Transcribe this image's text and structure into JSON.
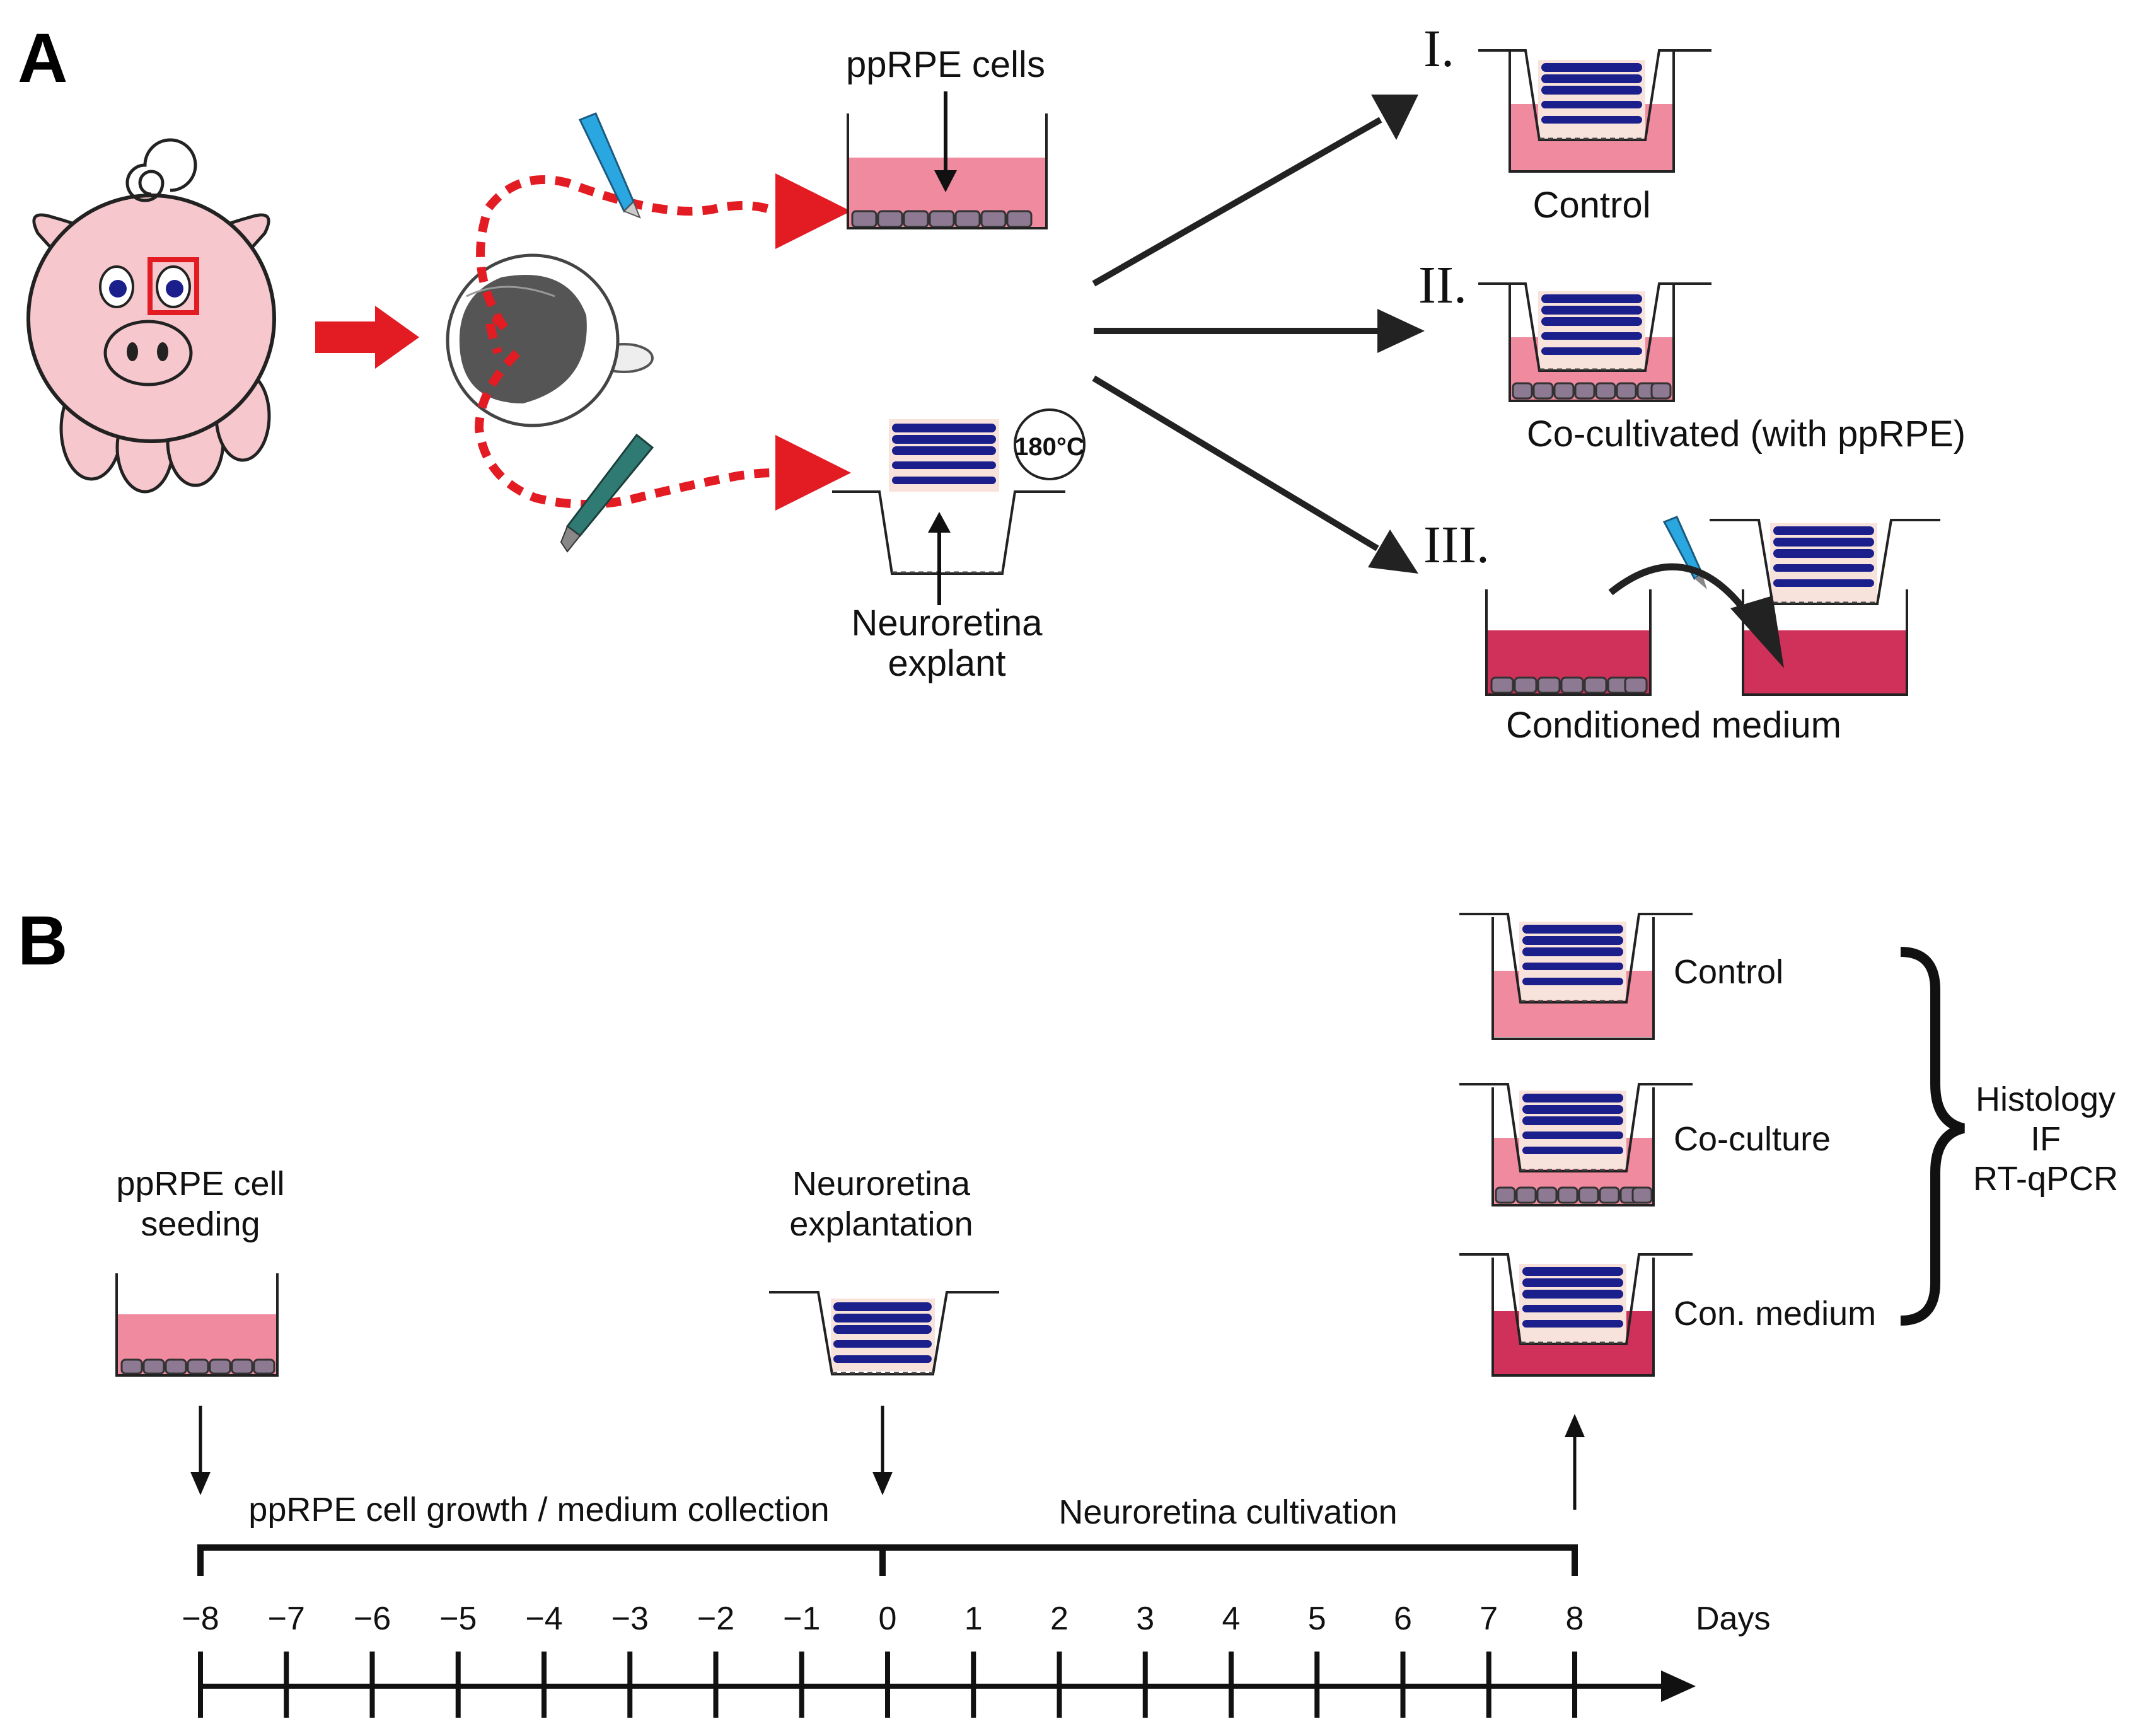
{
  "panels": {
    "a": "A",
    "b": "B"
  },
  "panel_a": {
    "pprpe_cells": "ppRPE cells",
    "rotation": "180°C",
    "neuroretina_line1": "Neuroretina",
    "neuroretina_line2": "explant",
    "conditions": [
      {
        "numeral": "I.",
        "label": "Control"
      },
      {
        "numeral": "II.",
        "label": "Co-cultivated (with ppRPE)"
      },
      {
        "numeral": "III.",
        "label": "Conditioned medium"
      }
    ]
  },
  "panel_b": {
    "seeding_line1": "ppRPE cell",
    "seeding_line2": "seeding",
    "explantation_line1": "Neuroretina",
    "explantation_line2": "explantation",
    "conditions": [
      "Control",
      "Co-culture",
      "Con. medium"
    ],
    "analyses": [
      "Histology",
      "IF",
      "RT-qPCR"
    ],
    "phase1": "ppRPE cell growth / medium collection",
    "phase2": "Neuroretina cultivation",
    "days_label": "Days",
    "days": [
      "−8",
      "−7",
      "−6",
      "−5",
      "−4",
      "−3",
      "−2",
      "−1",
      "0",
      "1",
      "2",
      "3",
      "4",
      "5",
      "6",
      "7",
      "8"
    ]
  },
  "colors": {
    "medium": "#f08a9f",
    "conditioned_medium": "#d0315a",
    "pig": "#f6c8cd",
    "retina_cell": "#1a1f8c",
    "rpe_cell": "#8d7a92",
    "arrow_red": "#e31b23",
    "arrow_dark": "#222222"
  },
  "icons": [
    "pig-icon",
    "eye-cup-icon",
    "scalpel-icon",
    "forceps-icon",
    "culture-well-icon",
    "insert-icon",
    "rotate-icon",
    "brace-icon"
  ]
}
